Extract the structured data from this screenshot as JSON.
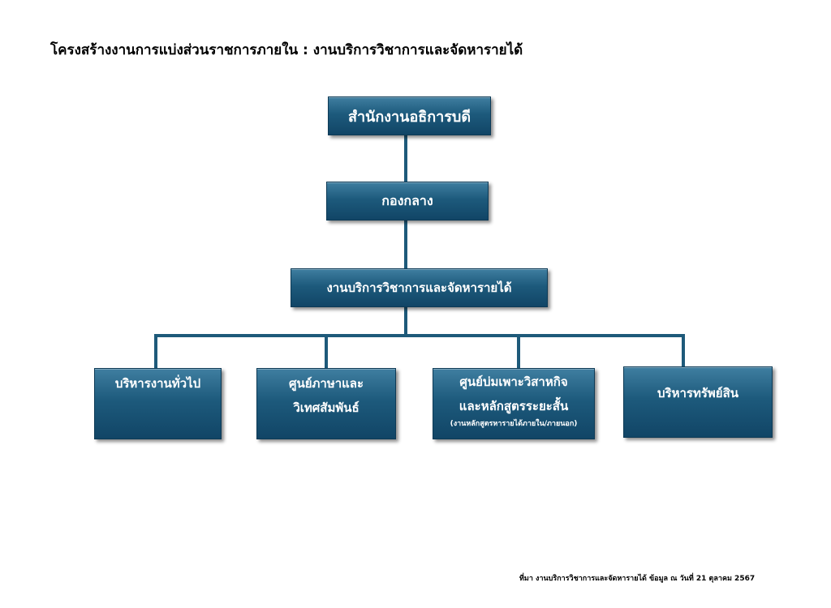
{
  "title": "โครงสร้างงานการแบ่งส่วนราชการภายใน : งานบริการวิชาการและจัดหารายได้",
  "org": {
    "top": "สำนักงานอธิการบดี",
    "level2": "กองกลาง",
    "level3": "งานบริการวิชาการและจัดหารายได้",
    "units": {
      "general": {
        "line1": "บริหารงานทั่วไป"
      },
      "language": {
        "line1": "ศูนย์ภาษาและ",
        "line2": "วิเทศสัมพันธ์"
      },
      "entrepreneur": {
        "line1": "ศูนย์บ่มเพาะวิสาหกิจ",
        "line2": "และหลักสูตรระยะสั้น",
        "note": "(งานหลักสูตรหารายได้ภายใน/ภายนอก)"
      },
      "assets": {
        "line1": "บริหารทรัพย์สิน"
      }
    }
  },
  "colors": {
    "box_top": "#3f7ea0",
    "box_bottom": "#114566",
    "connector": "#1e5a7a"
  },
  "footer": "ที่มา งานบริการวิชาการและจัดหารายได้  ข้อมูล ณ วันที่ 21 ตุลาคม 2567"
}
